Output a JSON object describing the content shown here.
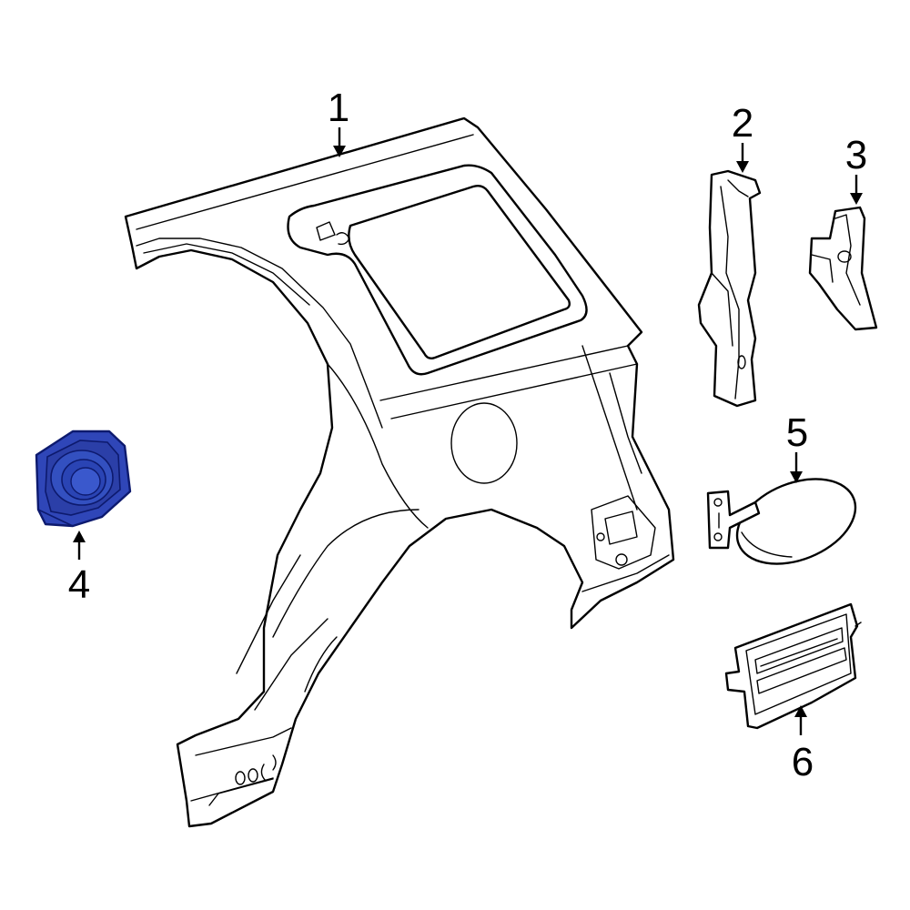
{
  "colors": {
    "highlight": "#2f46b8",
    "highlight_dark": "#0d1a6e",
    "line": "#000000",
    "background": "#ffffff"
  },
  "callouts": [
    {
      "id": "part-1",
      "label": "1"
    },
    {
      "id": "part-2",
      "label": "2"
    },
    {
      "id": "part-3",
      "label": "3"
    },
    {
      "id": "part-4",
      "label": "4"
    },
    {
      "id": "part-5",
      "label": "5"
    },
    {
      "id": "part-6",
      "label": "6"
    }
  ],
  "highlighted_part": "4"
}
